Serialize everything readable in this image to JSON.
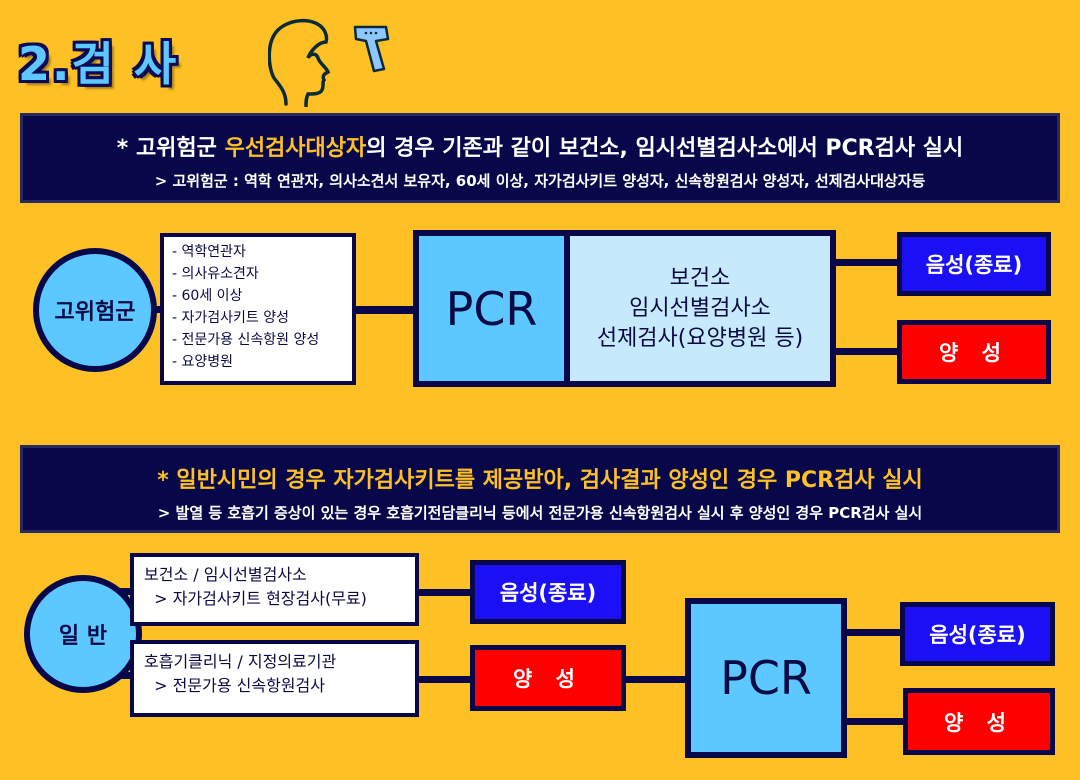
{
  "title": "2.검  사",
  "icons": [
    "head-icon",
    "thermometer-gun-icon"
  ],
  "section1": {
    "prefix": "* 고위험군 ",
    "highlight": "우선검사대상자",
    "suffix": "의 경우 기존과 같이 보건소, 임시선별검사소에서 PCR검사 실시",
    "sub": "> 고위험군 : 역학 연관자, 의사소견서 보유자, 60세 이상, 자가검사키트 양성자, 신속항원검사 양성자, 선제검사대상자등",
    "circle": "고위험군",
    "list": [
      "- 역학연관자",
      "- 의사유소견자",
      "- 60세 이상",
      "- 자가검사키트 양성",
      "- 전문가용 신속항원 양성",
      "- 요양병원"
    ],
    "pcr": "PCR",
    "sites": [
      "보건소",
      "임시선별검사소",
      "선제검사(요양병원 등)"
    ],
    "negative": "음성(종료)",
    "positive": "양 성"
  },
  "section2": {
    "main": "* 일반시민의 경우 자가검사키트를 제공받아, 검사결과 양성인 경우 PCR검사 실시",
    "sub": ">  발열 등 호흡기 증상이 있는 경우 호흡기전담클리닉 등에서 전문가용 신속항원검사 실시 후 양성인 경우 PCR검사 실시",
    "circle": "일  반",
    "path_a": {
      "line1": "보건소 / 임시선별검사소",
      "line2": "  > 자가검사키트 현장검사(무료)",
      "result": "음성(종료)"
    },
    "path_b": {
      "line1": "호흡기클리닉 / 지정의료기관",
      "line2": "  > 전문가용 신속항원검사",
      "result": "양 성"
    },
    "pcr": "PCR",
    "negative": "음성(종료)",
    "positive": "양 성"
  },
  "colors": {
    "background": "#FDC125",
    "navy": "#07074a",
    "light_blue": "#5CC8FF",
    "negative": "#1A0FF5",
    "positive": "#FF0000"
  }
}
